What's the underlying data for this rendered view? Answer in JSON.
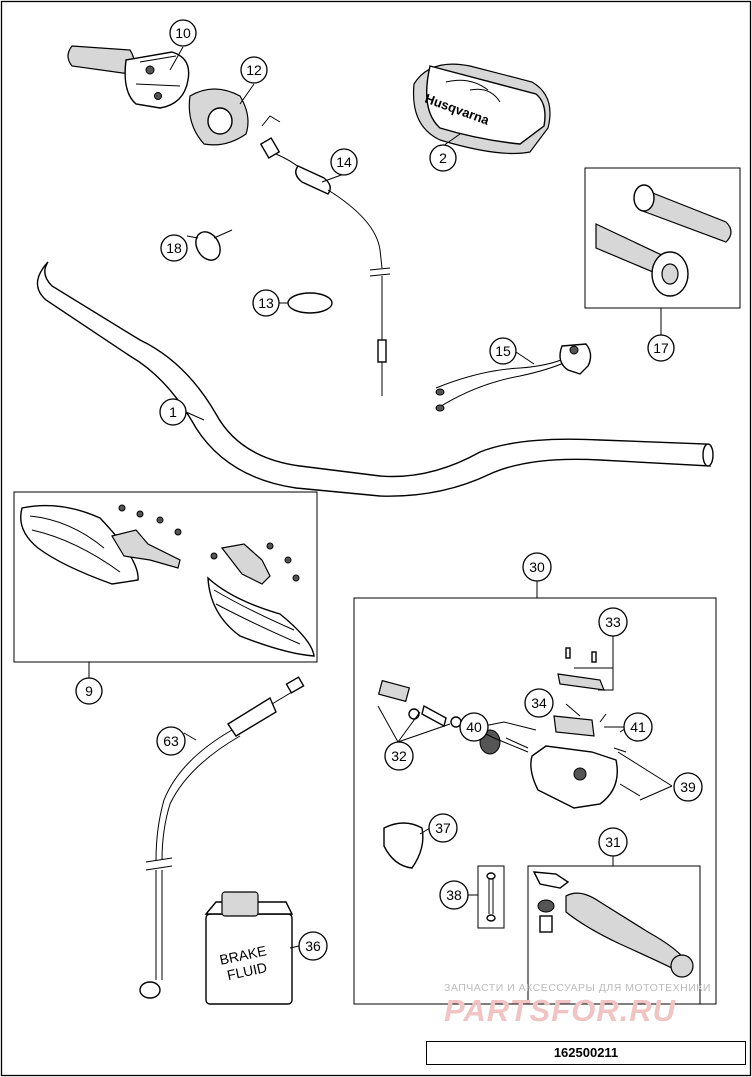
{
  "diagram": {
    "callouts": [
      "10",
      "12",
      "14",
      "2",
      "17",
      "18",
      "13",
      "15",
      "1",
      "9",
      "30",
      "33",
      "40",
      "34",
      "41",
      "32",
      "39",
      "63",
      "37",
      "31",
      "38",
      "36"
    ],
    "labels": {
      "grip_brand": "Husqvarna",
      "fluid_line1": "BRAKE",
      "fluid_line2": "FLUID"
    }
  },
  "watermark": {
    "tagline": "ЗАПЧАСТИ И АКСЕССУАРЫ ДЛЯ МОТОТЕХНИКИ",
    "brand": "PARTSFOR.RU"
  },
  "document_number": "162500211"
}
